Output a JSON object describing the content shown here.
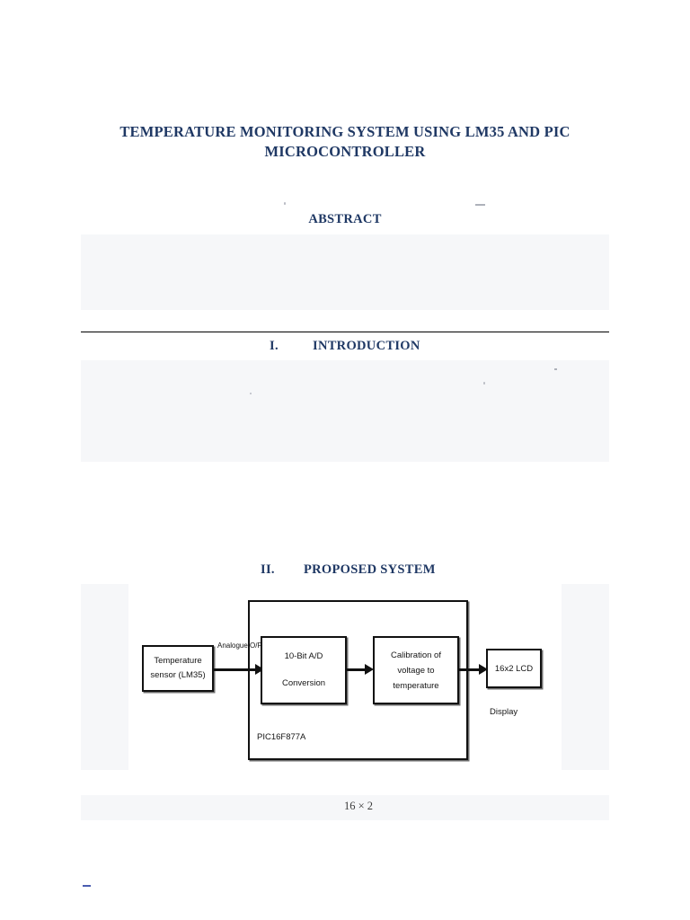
{
  "document": {
    "title": "TEMPERATURE MONITORING SYSTEM USING LM35 AND PIC MICROCONTROLLER",
    "title_color": "#1f3864"
  },
  "sections": {
    "abstract": {
      "heading": "ABSTRACT",
      "body": ""
    },
    "introduction": {
      "numeral": "I.",
      "heading": "INTRODUCTION",
      "body": ""
    },
    "proposed_system": {
      "numeral": "II.",
      "heading": "PROPOSED SYSTEM",
      "body": ""
    }
  },
  "figure": {
    "blocks": {
      "sensor_line1": "Temperature",
      "sensor_line2": "sensor (LM35)",
      "adc_line1": "10-Bit A/D",
      "adc_line2": "Conversion",
      "calibration_line1": "Calibration of",
      "calibration_line2": "voltage to",
      "calibration_line3": "temperature",
      "lcd": "16x2 LCD"
    },
    "labels": {
      "analogue_line1": "Analogue",
      "analogue_line2": "O/P",
      "microcontroller": "PIC16F877A",
      "display": "Display"
    }
  },
  "caption": {
    "lcd_dimensions": "16 × 2"
  }
}
